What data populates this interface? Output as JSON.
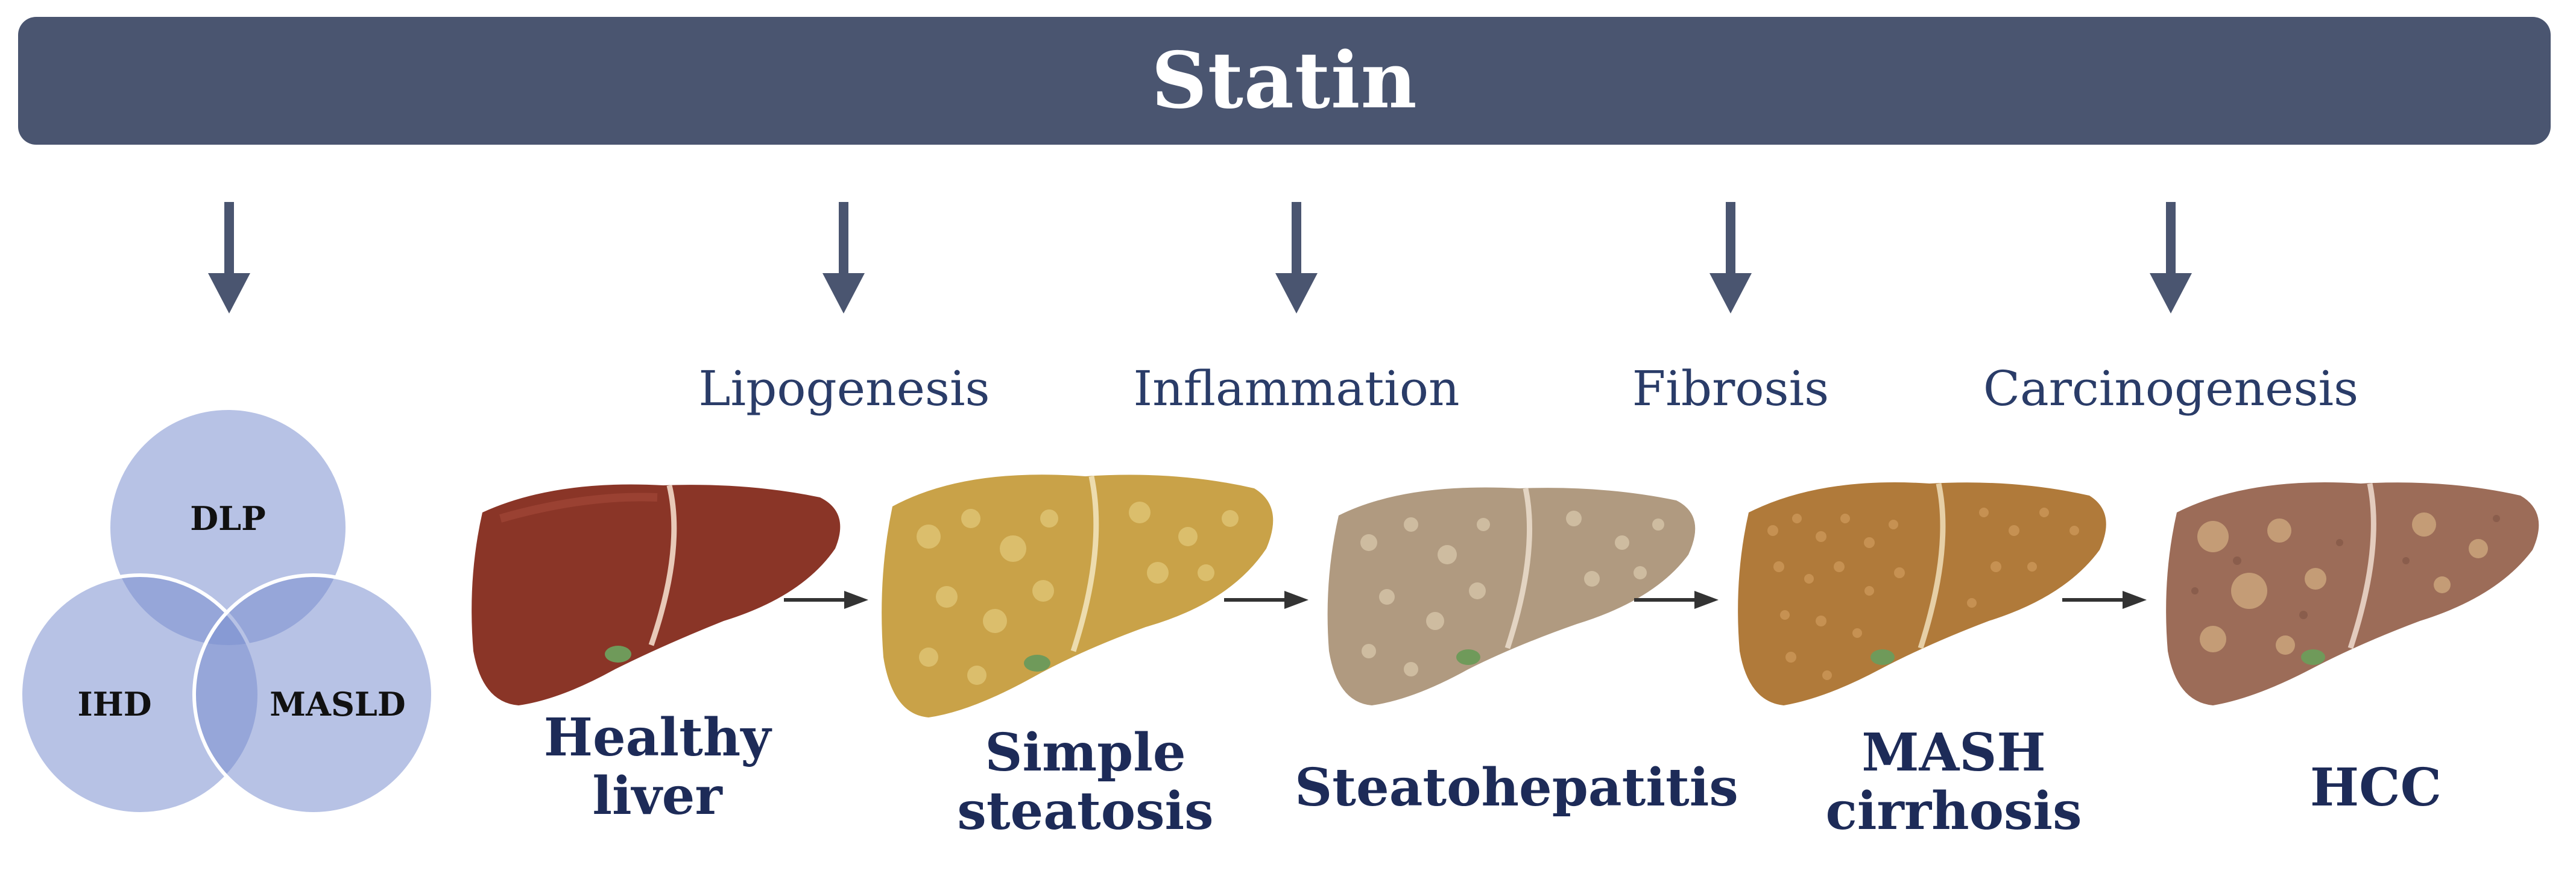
{
  "banner": {
    "title": "Statin"
  },
  "venn": {
    "circles": [
      {
        "label": "DLP"
      },
      {
        "label": "IHD"
      },
      {
        "label": "MASLD"
      }
    ],
    "fill": "#7b8fcf"
  },
  "processes": [
    {
      "label": "Lipogenesis"
    },
    {
      "label": "Inflammation"
    },
    {
      "label": "Fibrosis"
    },
    {
      "label": "Carcinogenesis"
    }
  ],
  "stages": [
    {
      "line1": "Healthy",
      "line2": "liver",
      "color": "#8a3527"
    },
    {
      "line1": "Simple",
      "line2": "steatosis",
      "color": "#c9a248"
    },
    {
      "line1": "Steatohepatitis",
      "line2": "",
      "color": "#b09a80"
    },
    {
      "line1": "MASH",
      "line2": "cirrhosis",
      "color": "#b07a3a"
    },
    {
      "line1": "HCC",
      "line2": "",
      "color": "#9c6c58"
    }
  ],
  "colors": {
    "banner": "#4a5570",
    "arrow": "#4a5570",
    "label_text": "#2a3c68",
    "stage_text": "#1d2b58"
  }
}
